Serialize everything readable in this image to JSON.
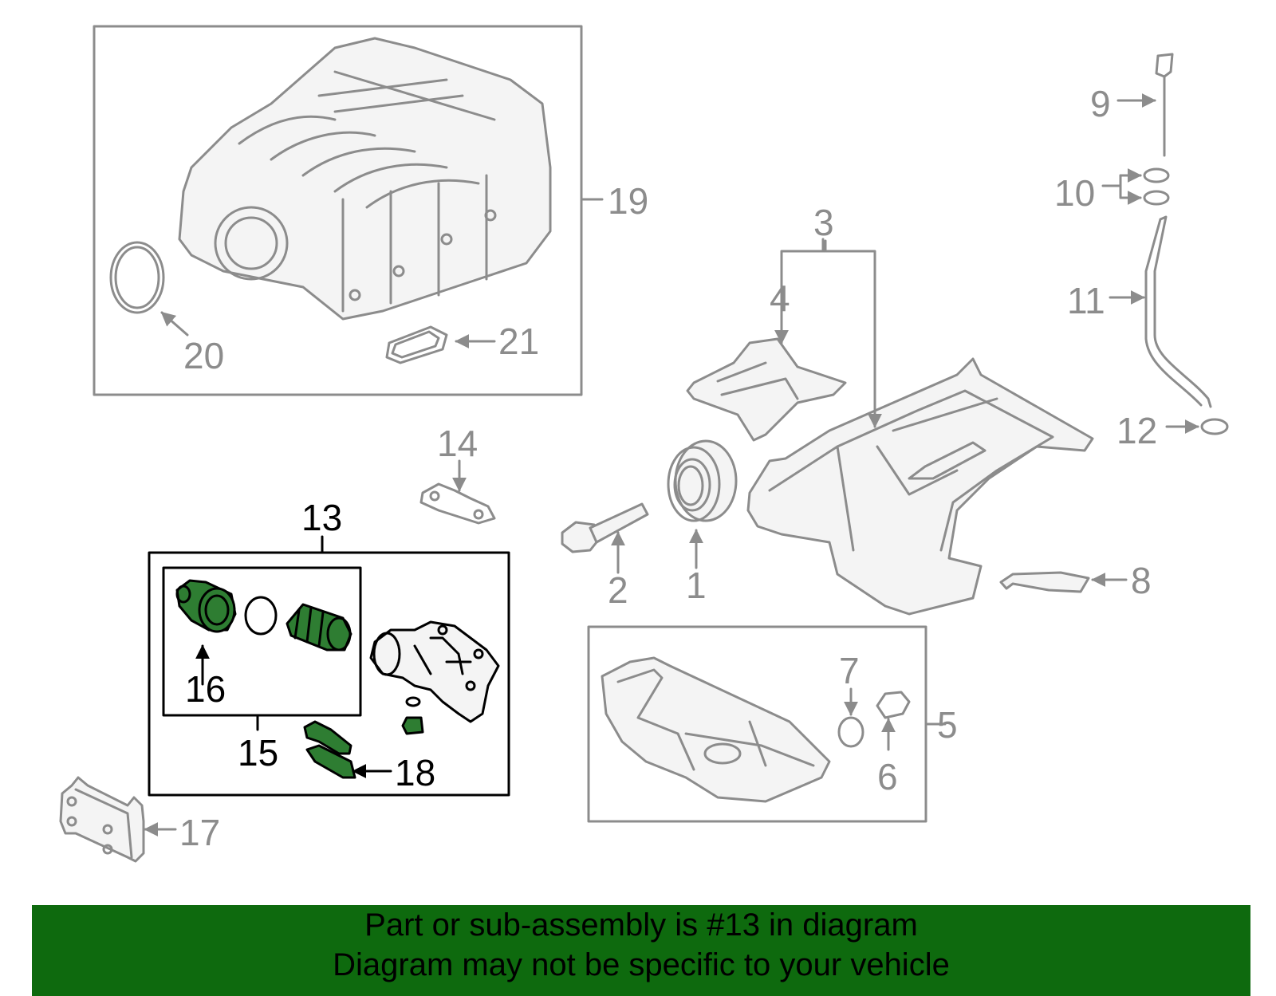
{
  "callouts": {
    "c1": "1",
    "c2": "2",
    "c3": "3",
    "c4": "4",
    "c5": "5",
    "c6": "6",
    "c7": "7",
    "c8": "8",
    "c9": "9",
    "c10": "10",
    "c11": "11",
    "c12": "12",
    "c13": "13",
    "c14": "14",
    "c15": "15",
    "c16": "16",
    "c17": "17",
    "c18": "18",
    "c19": "19",
    "c20": "20",
    "c21": "21"
  },
  "highlight_color": "#2e7d32",
  "footer": {
    "line1": "Part or sub-assembly is #13 in diagram",
    "line2": "Diagram may not be specific to your vehicle",
    "background": "#0e6a0e"
  }
}
